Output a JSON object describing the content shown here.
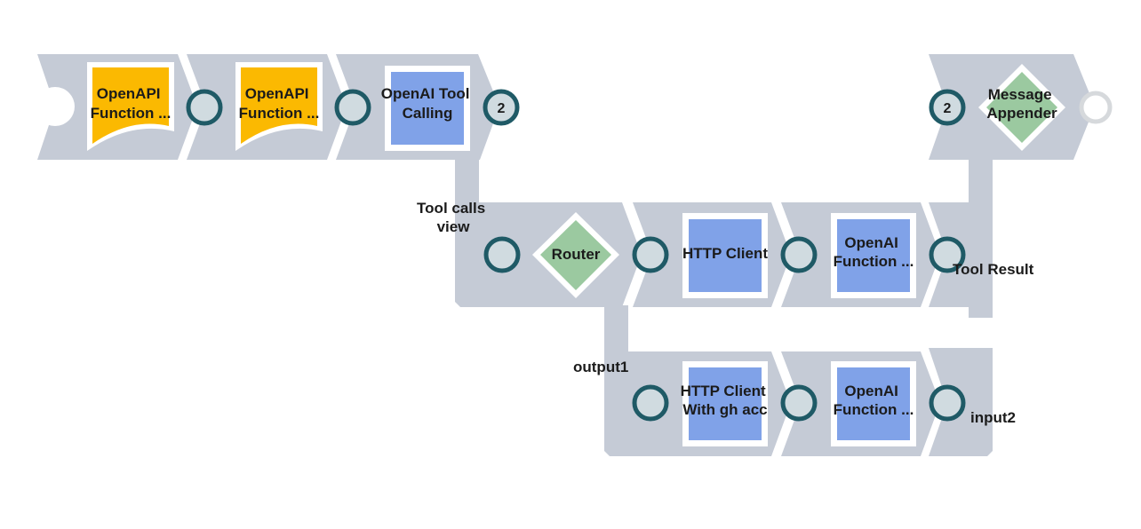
{
  "colors": {
    "band": "#c5cbd6",
    "connector_stroke": "#1f5a66",
    "connector_fill": "#d0dbe0",
    "yellow": "#fbb901",
    "blue": "#80a2e8",
    "green": "#9bc9a0",
    "end_stroke": "#d6d9dc"
  },
  "nodes": {
    "openapi_1": {
      "line1": "OpenAPI",
      "line2": "Function ..."
    },
    "openapi_2": {
      "line1": "OpenAPI",
      "line2": "Function ..."
    },
    "tool_calling": {
      "line1": "OpenAI Tool",
      "line2": "Calling"
    },
    "router": {
      "label": "Router"
    },
    "http_client": {
      "label": "HTTP Client"
    },
    "openai_fn_1": {
      "line1": "OpenAI",
      "line2": "Function ..."
    },
    "http_client_gh": {
      "line1": "HTTP Client",
      "line2": "With gh acc"
    },
    "openai_fn_2": {
      "line1": "OpenAI",
      "line2": "Function ..."
    },
    "message_appender": {
      "line1": "Message",
      "line2": "Appender"
    }
  },
  "ports": {
    "tool_calling_out": "2",
    "appender_in": "2",
    "tool_calls_view": {
      "line1": "Tool calls",
      "line2": "view"
    },
    "tool_result": "Tool Result",
    "output1": "output1",
    "input2": "input2"
  }
}
